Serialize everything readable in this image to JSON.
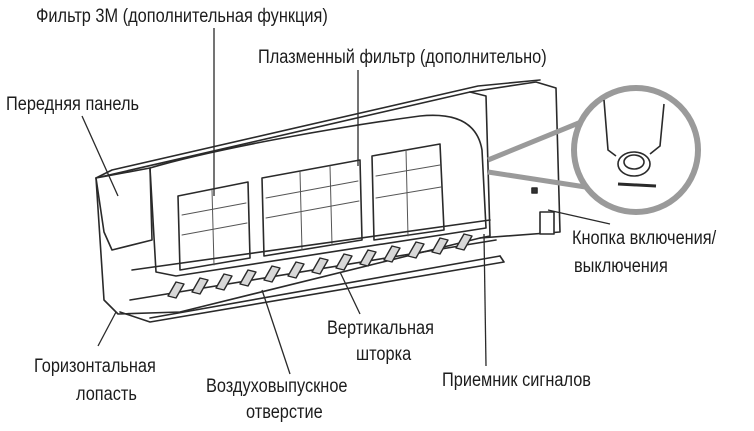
{
  "labels": {
    "filter_3m": "Фильтр 3M (дополнительная функция)",
    "plasma_filter": "Плазменный фильтр (дополнительно)",
    "front_panel": "Передняя панель",
    "power_button_line1": "Кнопка включения/",
    "power_button_line2": "выключения",
    "vertical_louver_line1": "Вертикальная",
    "vertical_louver_line2": "шторка",
    "horizontal_vane_line1": "Горизонтальная",
    "horizontal_vane_line2": "лопасть",
    "air_outlet_line1": "Воздуховыпускное",
    "air_outlet_line2": "отверстие",
    "signal_receiver": "Приемник сигналов"
  },
  "colors": {
    "line": "#2a2a2a",
    "zoom_circle": "#9a9a9a",
    "background": "#ffffff"
  }
}
